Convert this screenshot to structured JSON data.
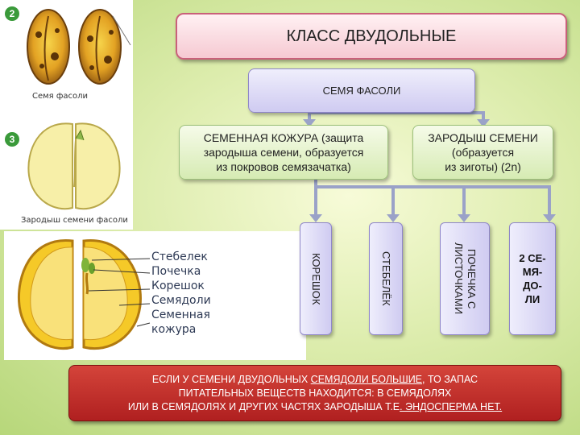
{
  "figure2": {
    "badge": "2",
    "caption": "Семя фасоли"
  },
  "figure3": {
    "badge": "3",
    "caption": "Зародыш семени фасоли"
  },
  "labeled_figure": {
    "labels": [
      "Стебелек",
      "Почечка",
      "Корешок",
      "Семядоли",
      "Семенная",
      "кожура"
    ]
  },
  "title": "КЛАСС ДВУДОЛЬНЫЕ",
  "seed": "СЕМЯ ФАСОЛИ",
  "seed_coat": {
    "line1": "СЕМЕННАЯ КОЖУРА (защита",
    "line2": "зародыша семени, образуется",
    "line3": "из покровов семязачатка)"
  },
  "embryo": {
    "line1": "ЗАРОДЫШ СЕМЕНИ",
    "line2": "(образуется",
    "line3": "из зиготы) (2n)"
  },
  "parts": {
    "root": "КОРЕШОК",
    "stem": "СТЕБЕЛЁК",
    "bud": "ПОЧЕЧКА С\nЛИСТОЧКАМИ",
    "cotyledons": "2 СЕ-\nМЯ-\nДО-\nЛИ"
  },
  "conclusion": {
    "line1_a": "ЕСЛИ У СЕМЕНИ ДВУДОЛЬНЫХ ",
    "line1_u": "СЕМЯДОЛИ БОЛЬШИЕ",
    "line1_b": ", ТО ЗАПАС",
    "line2": "ПИТАТЕЛЬНЫХ ВЕЩЕСТВ  НАХОДИТСЯ:  В СЕМЯДОЛЯХ",
    "line3_a": "ИЛИ  В СЕМЯДОЛЯХ И ДРУГИХ ЧАСТЯХ ЗАРОДЫША Т.Е",
    "line3_u": ". ЭНДОСПЕРМА  НЕТ."
  },
  "colors": {
    "title_border": "#c9607a",
    "purple_box": "#cfcbf1",
    "green_box": "#d6ebb3",
    "red_bar": "#b02020",
    "seed_yellow": "#f3c11c",
    "seed_brown": "#7a4a12"
  }
}
